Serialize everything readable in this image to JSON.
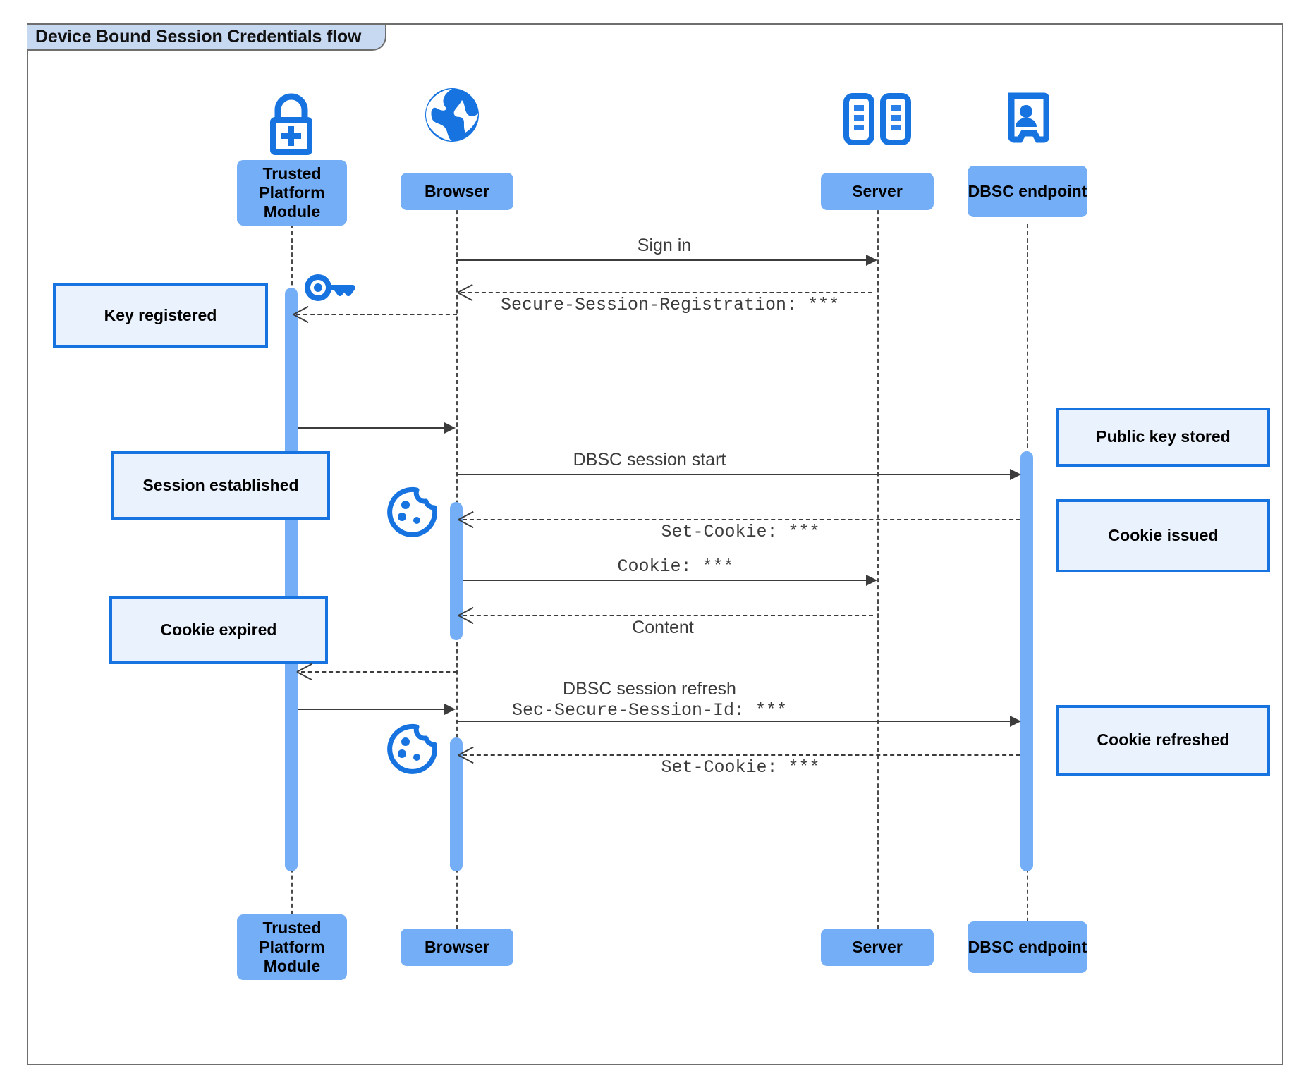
{
  "diagram": {
    "title": "Device Bound Session Credentials flow",
    "accent_blue": "#1673e0",
    "participant_fill": "#74aef6",
    "note_fill": "#eaf2fd",
    "note_border": "#1673e0",
    "frame_border": "#6e6e6e",
    "title_tab_fill": "#c7d9f1"
  },
  "participants": [
    {
      "id": "tpm",
      "label": "Trusted Platform Module",
      "icon": "lock-plus-icon"
    },
    {
      "id": "browser",
      "label": "Browser",
      "icon": "globe-icon"
    },
    {
      "id": "server",
      "label": "Server",
      "icon": "server-racks-icon"
    },
    {
      "id": "dbsc",
      "label": "DBSC endpoint",
      "icon": "id-badge-icon"
    }
  ],
  "participants_bottom": [
    {
      "id": "tpm",
      "label": "Trusted Platform Module"
    },
    {
      "id": "browser",
      "label": "Browser"
    },
    {
      "id": "server",
      "label": "Server"
    },
    {
      "id": "dbsc",
      "label": "DBSC endpoint"
    }
  ],
  "messages": [
    {
      "id": "m1",
      "text": "Sign in",
      "style": "sans",
      "from": "browser",
      "to": "server",
      "line": "solid",
      "direction": "right"
    },
    {
      "id": "m2",
      "text": "Secure-Session-Registration: ***",
      "style": "mono",
      "from": "server",
      "to": "browser",
      "line": "dashed",
      "direction": "left"
    },
    {
      "id": "m3",
      "text": "",
      "style": "sans",
      "from": "tpm",
      "to": "browser",
      "line": "solid",
      "direction": "right"
    },
    {
      "id": "m4",
      "text": "DBSC session start",
      "style": "sans",
      "from": "browser",
      "to": "dbsc",
      "line": "solid",
      "direction": "right"
    },
    {
      "id": "m5",
      "text": "Set-Cookie: ***",
      "style": "mono",
      "from": "dbsc",
      "to": "browser",
      "line": "dashed",
      "direction": "left"
    },
    {
      "id": "m6",
      "text": "Cookie: ***",
      "style": "mono",
      "from": "browser",
      "to": "server",
      "line": "solid",
      "direction": "right"
    },
    {
      "id": "m7",
      "text": "Content",
      "style": "sans",
      "from": "server",
      "to": "browser",
      "line": "dashed",
      "direction": "left"
    },
    {
      "id": "m8",
      "text": "",
      "style": "sans",
      "from": "browser",
      "to": "tpm",
      "line": "dashed",
      "direction": "left"
    },
    {
      "id": "m9",
      "text": "",
      "style": "sans",
      "from": "tpm",
      "to": "browser",
      "line": "solid",
      "direction": "right"
    },
    {
      "id": "m10",
      "text_line1": "DBSC session refresh",
      "text_line2": "Sec-Secure-Session-Id: ***",
      "style": "mixed",
      "from": "browser",
      "to": "dbsc",
      "line": "solid",
      "direction": "right"
    },
    {
      "id": "m11",
      "text": "Set-Cookie: ***",
      "style": "mono",
      "from": "dbsc",
      "to": "browser",
      "line": "dashed",
      "direction": "left"
    }
  ],
  "notes_left": [
    {
      "id": "n1",
      "label": "Key registered"
    },
    {
      "id": "n2",
      "label": "Session established"
    },
    {
      "id": "n3",
      "label": "Cookie expired"
    }
  ],
  "notes_right": [
    {
      "id": "n4",
      "label": "Public key stored"
    },
    {
      "id": "n5",
      "label": "Cookie issued"
    },
    {
      "id": "n6",
      "label": "Cookie refreshed"
    }
  ],
  "decorative_icons": [
    {
      "id": "key1",
      "name": "key-icon"
    },
    {
      "id": "cookie1",
      "name": "cookie-icon"
    },
    {
      "id": "cookie2",
      "name": "cookie-icon"
    }
  ]
}
